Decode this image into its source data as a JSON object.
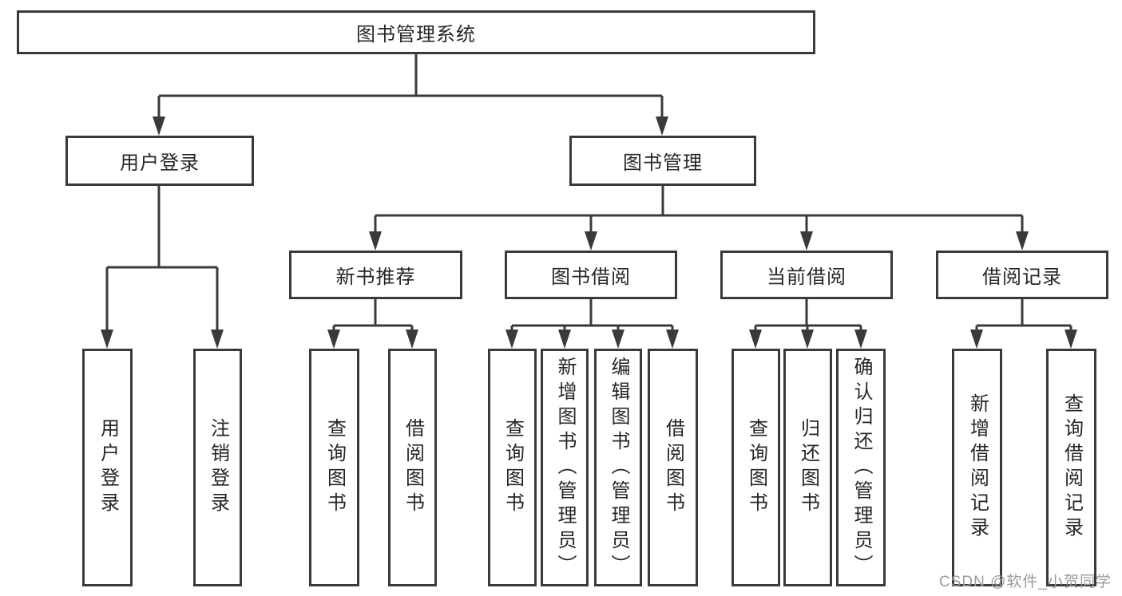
{
  "tree": {
    "root": {
      "label": "图书管理系统"
    },
    "branches": [
      {
        "label": "用户登录",
        "children": [
          "用户登录",
          "注销登录"
        ]
      },
      {
        "label": "图书管理",
        "children": [
          {
            "label": "新书推荐",
            "children": [
              "查询图书",
              "借阅图书"
            ]
          },
          {
            "label": "图书借阅",
            "children": [
              "查询图书",
              "新增图书（管理员）",
              "编辑图书（管理员）",
              "借阅图书"
            ]
          },
          {
            "label": "当前借阅",
            "children": [
              "查询图书",
              "归还图书",
              "确认归还（管理员）"
            ]
          },
          {
            "label": "借阅记录",
            "children": [
              "新增借阅记录",
              "查询借阅记录"
            ]
          }
        ]
      }
    ]
  },
  "watermark": "CSDN @软件_小贺同学",
  "colors": {
    "line": "#3a3a3a",
    "text": "#262626",
    "watermark": "#9b9b9b",
    "background": "#ffffff"
  }
}
